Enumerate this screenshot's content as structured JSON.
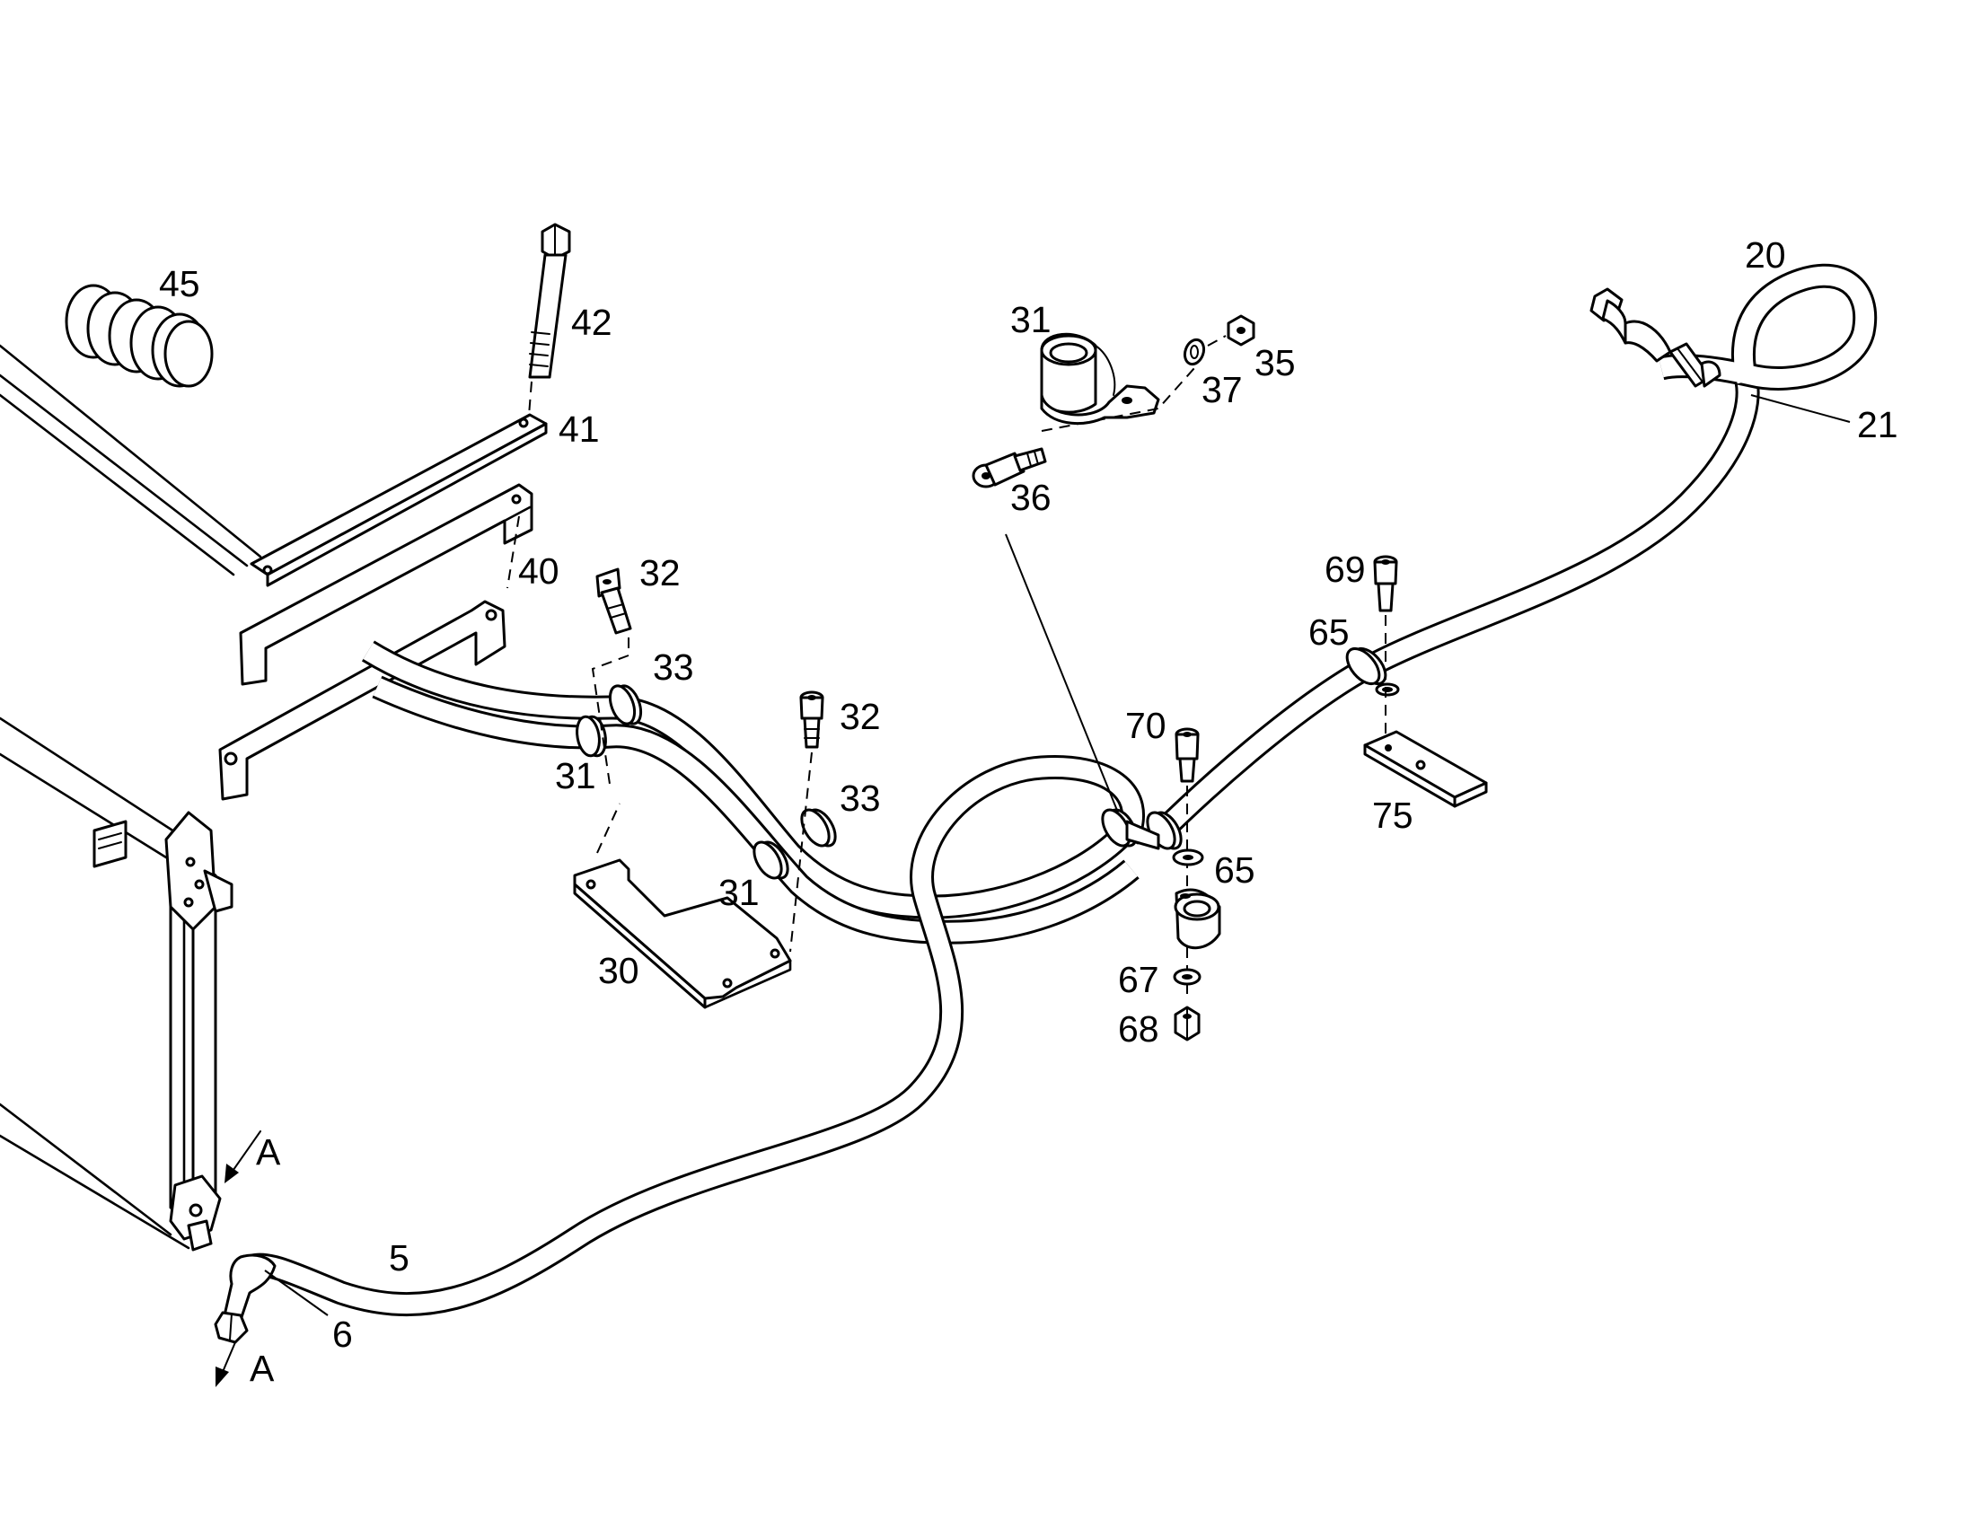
{
  "callouts": {
    "c20": "20",
    "c21": "21",
    "c45": "45",
    "c42": "42",
    "c41": "41",
    "c40": "40",
    "c32a": "32",
    "c33a": "33",
    "c31a": "31",
    "c32b": "32",
    "c33b": "33",
    "c31b": "31",
    "c30": "30",
    "c31c": "31",
    "c36": "36",
    "c37": "37",
    "c35": "35",
    "c69": "69",
    "c65a": "65",
    "c75": "75",
    "c70": "70",
    "c65b": "65",
    "c67": "67",
    "c68": "68",
    "c5": "5",
    "c6": "6",
    "cA1": "A",
    "cA2": "A"
  },
  "colors": {
    "line": "#000000",
    "background": "#ffffff"
  }
}
